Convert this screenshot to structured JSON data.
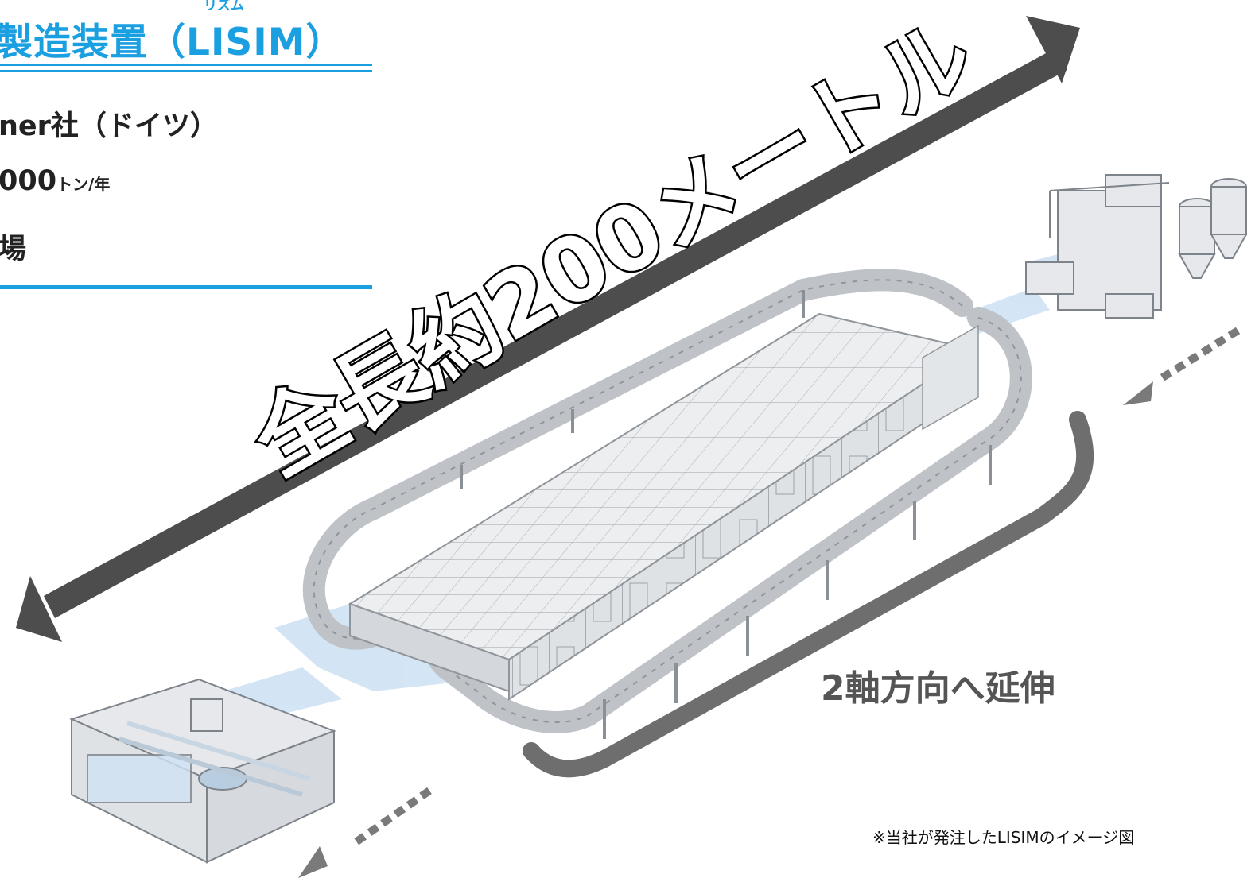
{
  "header": {
    "title": "製造装置（LISIM）",
    "title_ruby": "リズム"
  },
  "specs": {
    "maker_text": "ner社（ドイツ）",
    "capacity_value": "000",
    "capacity_unit": "トン/年",
    "site_text": "場"
  },
  "diagram": {
    "length_label": "全長約200メートル",
    "stretch_label": "2軸方向へ延伸",
    "footnote": "※当社が発注したLISIMのイメージ図"
  },
  "colors": {
    "accent": "#1a9fe0",
    "arrow": "#4d4d4d",
    "stretch_bracket": "#6e6e6e",
    "machine_line": "#9aa0a6",
    "film": "#cfe3f5"
  },
  "icons": {
    "dimension_arrow": "double-headed-arrow-icon",
    "flow_arrows": "dotted-arrow-icon",
    "stretch_bracket": "curved-bracket-icon"
  }
}
